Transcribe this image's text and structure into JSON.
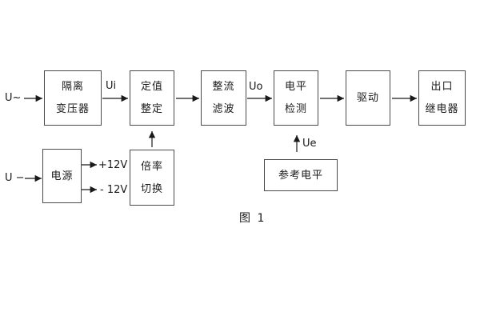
{
  "figure": {
    "caption": "图 1"
  },
  "diagram": {
    "type": "block-flow-diagram",
    "colors": {
      "background": "#ffffff",
      "line": "#333333",
      "border": "#4a4a4a",
      "text": "#1a1a1a"
    },
    "boxes": [
      {
        "name": "isolation-transformer",
        "lines": [
          "隔离",
          "变压器"
        ]
      },
      {
        "name": "setting-adjust",
        "lines": [
          "定值",
          "整定"
        ]
      },
      {
        "name": "rectifier-filter",
        "lines": [
          "整流",
          "滤波"
        ]
      },
      {
        "name": "level-detect",
        "lines": [
          "电平",
          "检测"
        ]
      },
      {
        "name": "driver",
        "lines": [
          "驱动"
        ]
      },
      {
        "name": "output-relay",
        "lines": [
          "出口",
          "继电器"
        ]
      },
      {
        "name": "power-supply",
        "lines": [
          "电源"
        ]
      },
      {
        "name": "ratio-switch",
        "lines": [
          "倍率",
          "切换"
        ]
      },
      {
        "name": "reference-level",
        "lines": [
          "参考电平"
        ]
      }
    ],
    "signal_labels": {
      "input_ac": "U~",
      "input_dc": "U −",
      "ui": "Ui",
      "uo": "Uo",
      "ue": "Ue",
      "plus_12v": "+12V",
      "minus_12v": "- 12V"
    },
    "flow": "U~ → 隔离变压器 → Ui → 定值整定 → 整流滤波 → Uo → 电平检测 → 驱动 → 出口继电器; U− → 电源 → +12V/−12V → 倍率切换 → 定值整定; 参考电平 → Ue → 电平检测"
  }
}
